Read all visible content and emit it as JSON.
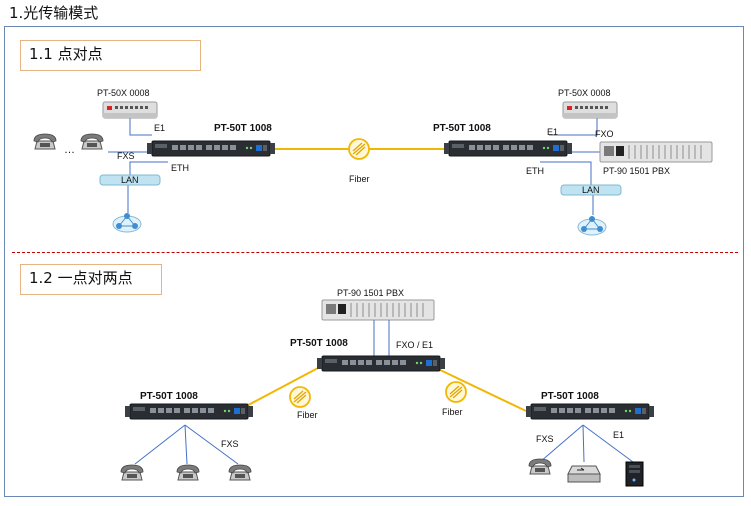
{
  "page": {
    "heading": "1.光传输模式",
    "section1": "1.1 点对点",
    "section2": "1.2 一点对两点"
  },
  "labels": {
    "pt50x_left": "PT-50X 0008",
    "pt50x_right": "PT-50X 0008",
    "pt50t_s1_left": "PT-50T 1008",
    "pt50t_s1_right": "PT-50T 1008",
    "pbx_s1": "PT-90 1501 PBX",
    "e1_left": "E1",
    "e1_right": "E1",
    "fxo_s1": "FXO",
    "fxs_s1": "FXS",
    "eth_left": "ETH",
    "eth_right": "ETH",
    "lan_left": "LAN",
    "lan_right": "LAN",
    "fiber_s1": "Fiber",
    "ellipsis": "…",
    "pbx_s2": "PT-90 1501 PBX",
    "pt50t_s2_center": "PT-50T 1008",
    "fxo_e1_s2": "FXO / E1",
    "pt50t_s2_left": "PT-50T 1008",
    "pt50t_s2_right": "PT-50T 1008",
    "fiber_s2_left": "Fiber",
    "fiber_s2_right": "Fiber",
    "fxs_s2_left": "FXS",
    "fxs_s2_right": "FXS",
    "e1_s2_right": "E1"
  },
  "colors": {
    "fiber": "#f2b705",
    "wire": "#4472c4",
    "device_dark": "#2a2e33",
    "device_light": "#e2e2e2",
    "lan_bar": "#bfe3f1",
    "frame": "#6b88b5",
    "divider": "#c00000"
  }
}
